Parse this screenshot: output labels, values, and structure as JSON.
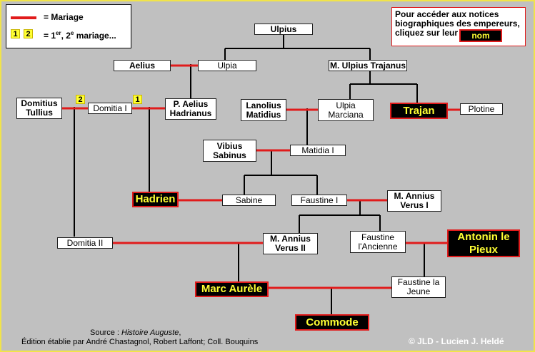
{
  "legend": {
    "marriage_label": "= Mariage",
    "badge_1": "1",
    "badge_2": "2",
    "order_pre": "= 1",
    "order_sup1": "er",
    "order_mid": ", 2",
    "order_sup2": "e",
    "order_post": " mariage..."
  },
  "notice": {
    "text": "Pour accéder aux notices\nbiographiques des empereurs,\ncliquez sur leur",
    "nom": "nom"
  },
  "persons": {
    "ulpius": "Ulpius",
    "aelius": "Aelius",
    "ulpia": "Ulpia",
    "trajanus": "M. Ulpius Trajanus",
    "domitius_tullius": "Domitius\nTullius",
    "domitia1": "Domitia I",
    "p_aelius": "P. Aelius\nHadrianus",
    "lanolius": "Lanolius\nMatidius",
    "ulpia_marciana": "Ulpia\nMarciana",
    "plotine": "Plotine",
    "vibius": "Vibius\nSabinus",
    "matidia1": "Matidia I",
    "sabine": "Sabine",
    "faustine1": "Faustine I",
    "annius1": "M. Annius\nVerus I",
    "domitia2": "Domitia II",
    "annius2": "M. Annius\nVerus II",
    "faustine_anc": "Faustine\nl'Ancienne",
    "faustine_jeune": "Faustine la\nJeune"
  },
  "emperors": {
    "trajan": "Trajan",
    "hadrien": "Hadrien",
    "antonin": "Antonin le\nPieux",
    "marc": "Marc Aurèle",
    "commode": "Commode"
  },
  "badges": {
    "b2": "2",
    "b1": "1"
  },
  "source": {
    "label": "Source : ",
    "work": "Histoire Auguste",
    "tail": ",",
    "line2": "Édition établie par André Chastagnol, Robert Laffont; Coll. Bouquins"
  },
  "copyright": "© JLD - Lucien J. Heldé",
  "colors": {
    "marriage": "#e11b1b",
    "emperor_text": "#ffff33",
    "background": "#c0c0c0"
  }
}
